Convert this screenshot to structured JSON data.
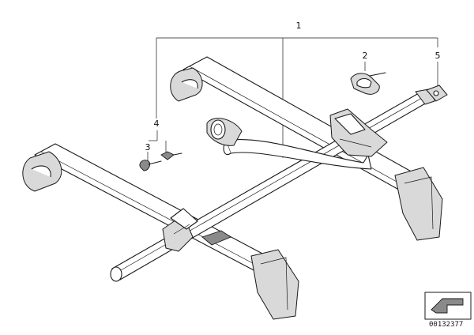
{
  "callouts": {
    "c1": "1",
    "c2": "2",
    "c3": "3",
    "c4": "4",
    "c5": "5"
  },
  "reference_number": "00132377"
}
